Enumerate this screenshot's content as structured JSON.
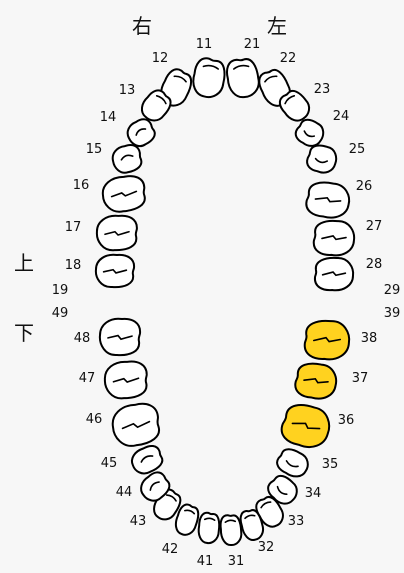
{
  "labels": {
    "right": "右",
    "left": "左",
    "upper": "上",
    "lower": "下"
  },
  "colors": {
    "tooth_fill": "#ffffff",
    "highlight_fill": "#ffd21f",
    "outline": "#000000",
    "background": "#f7f7f7"
  },
  "highlighted_teeth": [
    "36",
    "37",
    "38"
  ],
  "teeth": [
    {
      "id": "11",
      "label": "11"
    },
    {
      "id": "12",
      "label": "12"
    },
    {
      "id": "13",
      "label": "13"
    },
    {
      "id": "14",
      "label": "14"
    },
    {
      "id": "15",
      "label": "15"
    },
    {
      "id": "16",
      "label": "16"
    },
    {
      "id": "17",
      "label": "17"
    },
    {
      "id": "18",
      "label": "18"
    },
    {
      "id": "19",
      "label": "19"
    },
    {
      "id": "21",
      "label": "21"
    },
    {
      "id": "22",
      "label": "22"
    },
    {
      "id": "23",
      "label": "23"
    },
    {
      "id": "24",
      "label": "24"
    },
    {
      "id": "25",
      "label": "25"
    },
    {
      "id": "26",
      "label": "26"
    },
    {
      "id": "27",
      "label": "27"
    },
    {
      "id": "28",
      "label": "28"
    },
    {
      "id": "29",
      "label": "29"
    },
    {
      "id": "31",
      "label": "31"
    },
    {
      "id": "32",
      "label": "32"
    },
    {
      "id": "33",
      "label": "33"
    },
    {
      "id": "34",
      "label": "34"
    },
    {
      "id": "35",
      "label": "35"
    },
    {
      "id": "36",
      "label": "36"
    },
    {
      "id": "37",
      "label": "37"
    },
    {
      "id": "38",
      "label": "38"
    },
    {
      "id": "39",
      "label": "39"
    },
    {
      "id": "41",
      "label": "41"
    },
    {
      "id": "42",
      "label": "42"
    },
    {
      "id": "43",
      "label": "43"
    },
    {
      "id": "44",
      "label": "44"
    },
    {
      "id": "45",
      "label": "45"
    },
    {
      "id": "46",
      "label": "46"
    },
    {
      "id": "47",
      "label": "47"
    },
    {
      "id": "48",
      "label": "48"
    },
    {
      "id": "49",
      "label": "49"
    }
  ]
}
